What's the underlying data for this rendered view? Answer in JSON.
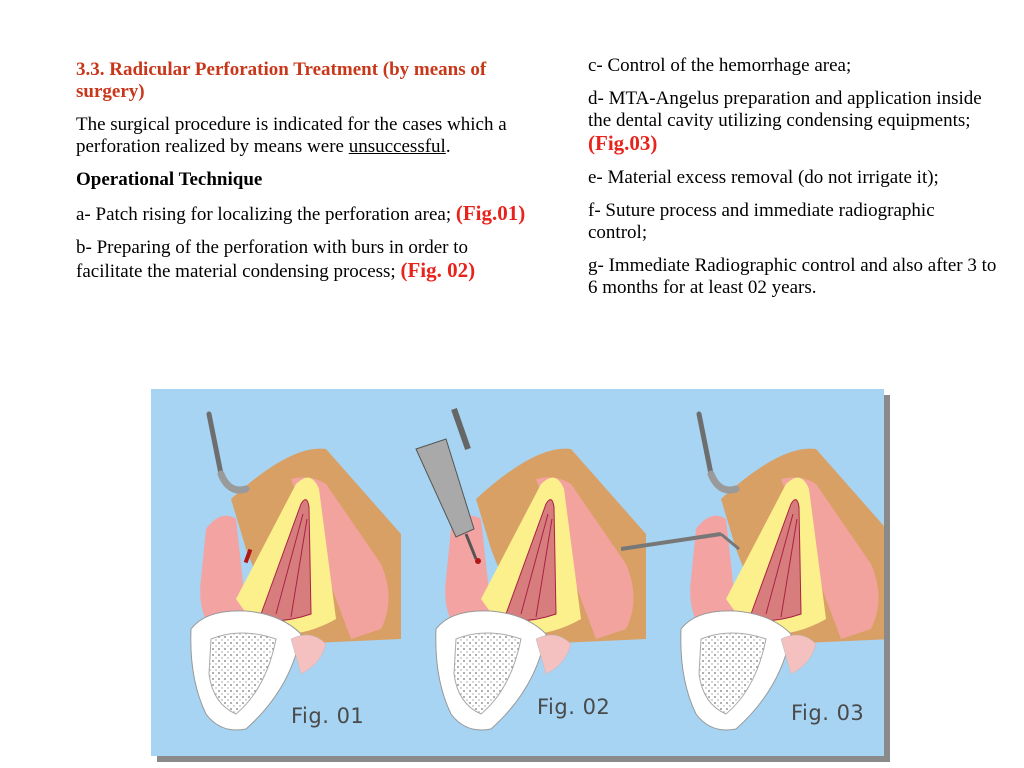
{
  "left": {
    "heading": "3.3. Radicular Perforation Treatment (by means of surgery)",
    "intro_main": "The surgical procedure is indicated for the cases which a perforation realized by means were ",
    "intro_underline": "unsuccessful",
    "intro_end": ".",
    "subheading": "Operational Technique",
    "step_a": "a- Patch rising for localizing the perforation area; ",
    "step_a_ref": "(Fig.01)",
    "step_b": "b- Preparing of the perforation with burs in order to facilitate the material condensing process; ",
    "step_b_ref": "(Fig. 02)"
  },
  "right": {
    "step_c": "c- Control of the hemorrhage area;",
    "step_d": "d- MTA-Angelus preparation and application inside the dental cavity utilizing condensing equipments; ",
    "step_d_ref": "(Fig.03)",
    "step_e": "e- Material excess removal (do not irrigate it);",
    "step_f": "f-  Suture process  and immediate radiographic control;",
    "step_g": "g- Immediate Radiographic control and also after 3 to 6 months for at least 02 years."
  },
  "figure": {
    "labels": [
      "Fig. 01",
      "Fig. 02",
      "Fig. 03"
    ],
    "colors": {
      "background": "#a6d4f2",
      "bone": "#d9a066",
      "gum": "#f4a3a3",
      "dentin": "#fbf08c",
      "pulp": "#d77d7d",
      "enamel": "#ffffff",
      "instrument": "#8c8c8c"
    }
  }
}
